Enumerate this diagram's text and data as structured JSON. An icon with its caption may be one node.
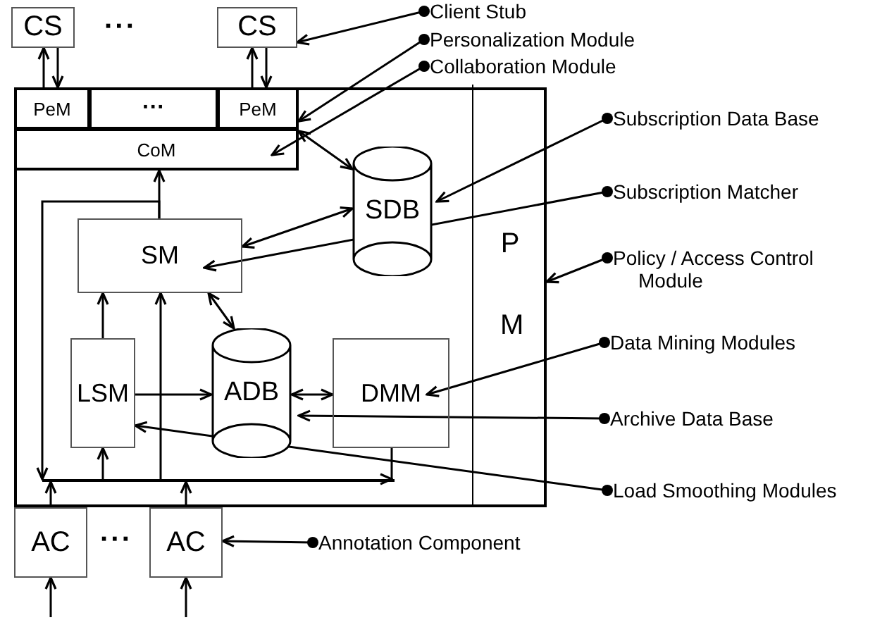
{
  "diagram": {
    "nodes": [
      {
        "text": [
          "CS"
        ]
      },
      {
        "text": [
          "CS"
        ]
      },
      {
        "text": [],
        "shape": "box"
      },
      {
        "text": [
          "PeM"
        ],
        "in": 2
      },
      {
        "text": [
          "···"
        ],
        "in": 2
      },
      {
        "text": [
          "PeM"
        ],
        "in": 2
      },
      {
        "text": [
          "CoM"
        ],
        "in": 2
      },
      {
        "text": [
          "SDB"
        ],
        "in": 2
      },
      {
        "text": [
          "SM"
        ],
        "in": 2
      },
      {
        "text": [
          "LSM"
        ],
        "in": 2
      },
      {
        "text": [
          "ADB"
        ],
        "in": 2
      },
      {
        "text": [
          "DMM"
        ],
        "in": 2
      },
      {
        "text": [
          "P M"
        ],
        "in": 2
      },
      {
        "text": [],
        "shape": "bar",
        "in": 2
      },
      {
        "text": [
          "AC"
        ]
      },
      {
        "text": [
          "AC"
        ]
      },
      {
        "text": [
          "Client Stub"
        ]
      },
      {
        "text": [
          "Personalization Module"
        ]
      },
      {
        "text": [
          "Collaboration Module"
        ]
      },
      {
        "text": [
          "Subscription Data Base"
        ]
      },
      {
        "text": [
          "Subscription Matcher"
        ]
      },
      {
        "text": [
          "Policy / Access Control Module"
        ]
      },
      {
        "text": [
          "Data Mining Modules"
        ]
      },
      {
        "text": [
          "Archive Data Base"
        ]
      },
      {
        "text": [
          "Load Smoothing Modules"
        ]
      },
      {
        "text": [
          "Annotation Component"
        ]
      }
    ],
    "edges": [
      {
        "from": 0,
        "to": 3,
        "arrow": "to"
      },
      {
        "from": 3,
        "to": 0,
        "arrow": "to"
      },
      {
        "from": 1,
        "to": 5,
        "arrow": "to"
      },
      {
        "from": 5,
        "to": 1,
        "arrow": "to"
      },
      {
        "from": 6,
        "to": 7,
        "arrow": "both"
      },
      {
        "from": 7,
        "to": 8,
        "arrow": "both"
      },
      {
        "from": 8,
        "to": 6,
        "arrow": "to"
      },
      {
        "from": 8,
        "to": 13,
        "arrow": "to"
      },
      {
        "from": 13,
        "to": 9,
        "arrow": "to"
      },
      {
        "from": 13,
        "to": 8,
        "arrow": "to"
      },
      {
        "from": 9,
        "to": 8,
        "arrow": "to"
      },
      {
        "from": 10,
        "to": 8,
        "arrow": "both"
      },
      {
        "from": 9,
        "to": 10,
        "arrow": "to"
      },
      {
        "from": 10,
        "to": 11,
        "arrow": "both"
      },
      {
        "from": 11,
        "to": 13,
        "arrow": "to"
      },
      {
        "from": 14,
        "to": 13,
        "arrow": "to"
      },
      {
        "from": 15,
        "to": 13,
        "arrow": "to"
      },
      {
        "from": null,
        "to": 14,
        "arrow": "to"
      },
      {
        "from": null,
        "to": 15,
        "arrow": "to"
      },
      {
        "from": 16,
        "to": 1,
        "arrow": "to"
      },
      {
        "from": 17,
        "to": 5,
        "arrow": "to"
      },
      {
        "from": 18,
        "to": 6,
        "arrow": "to"
      },
      {
        "from": 19,
        "to": 7,
        "arrow": "to"
      },
      {
        "from": 20,
        "to": 8,
        "arrow": "to"
      },
      {
        "from": 21,
        "to": 12,
        "arrow": "to"
      },
      {
        "from": 22,
        "to": 11,
        "arrow": "to"
      },
      {
        "from": 23,
        "to": 10,
        "arrow": "to"
      },
      {
        "from": 24,
        "to": 9,
        "arrow": "to"
      },
      {
        "from": 25,
        "to": 15,
        "arrow": "to"
      }
    ],
    "labels": [
      "···",
      "···"
    ]
  }
}
